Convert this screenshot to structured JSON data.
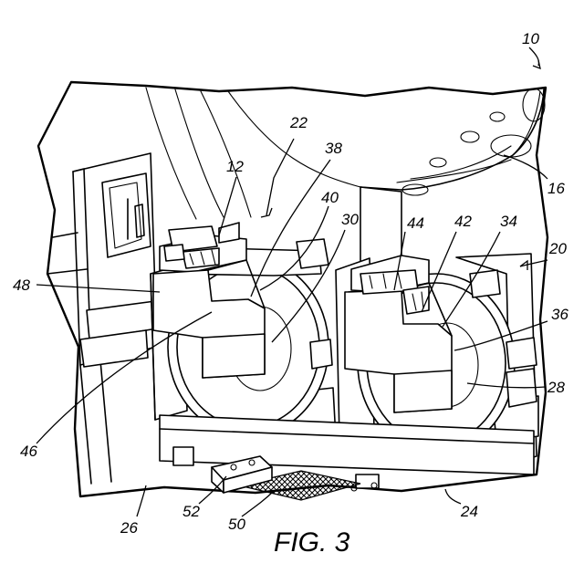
{
  "figure": {
    "caption": "FIG. 3",
    "reference_numerals": {
      "n10": "10",
      "n12": "12",
      "n16": "16",
      "n20": "20",
      "n22": "22",
      "n24": "24",
      "n26": "26",
      "n28": "28",
      "n30": "30",
      "n34": "34",
      "n36": "36",
      "n38": "38",
      "n40": "40",
      "n42": "42",
      "n44": "44",
      "n46": "46",
      "n48": "48",
      "n50": "50",
      "n52": "52"
    }
  }
}
